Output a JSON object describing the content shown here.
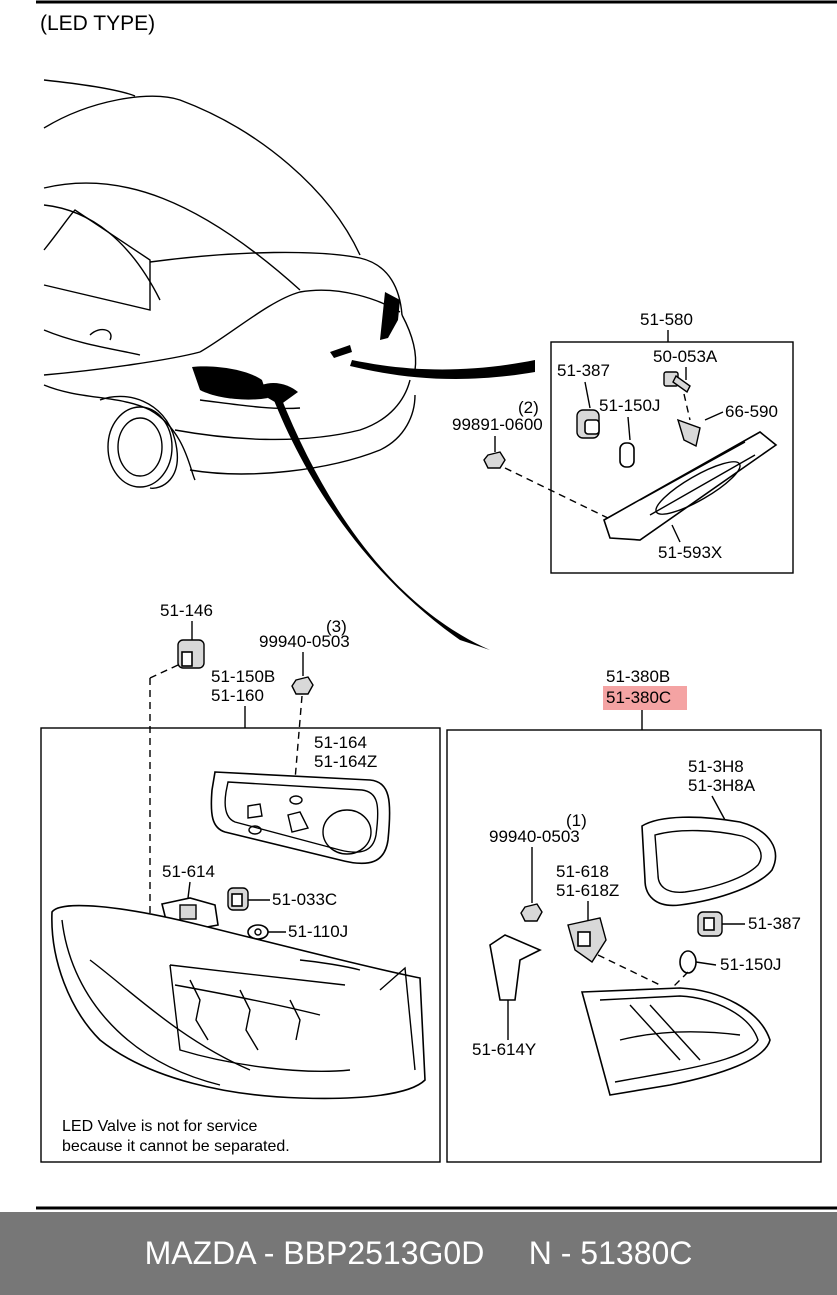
{
  "header": {
    "title": "(LED TYPE)"
  },
  "callouts": {
    "c51_580": "51-580",
    "c50_053A": "50-053A",
    "c51_387_a": "51-387",
    "c51_150J_a": "51-150J",
    "c66_590": "66-590",
    "c99891_qty": "(2)",
    "c99891": "99891-0600",
    "c51_593X": "51-593X",
    "c51_146": "51-146",
    "c99940_qty_a": "(3)",
    "c99940_a": "99940-0503",
    "c51_150B": "51-150B",
    "c51_160": "51-160",
    "c51_164": "51-164",
    "c51_164Z": "51-164Z",
    "c51_614": "51-614",
    "c51_033C": "51-033C",
    "c51_110J": "51-110J",
    "c51_380B": "51-380B",
    "c51_380C": "51-380C",
    "c51_3H8": "51-3H8",
    "c51_3H8A": "51-3H8A",
    "c99940_qty_b": "(1)",
    "c99940_b": "99940-0503",
    "c51_618": "51-618",
    "c51_618Z": "51-618Z",
    "c51_387_b": "51-387",
    "c51_150J_b": "51-150J",
    "c51_614Y": "51-614Y"
  },
  "highlight_color": "#f4a3a3",
  "note": {
    "line1": "LED Valve is not for service",
    "line2": "because it cannot be separated."
  },
  "footer": {
    "text": "MAZDA - BBP2513G0D     N - 51380C"
  }
}
